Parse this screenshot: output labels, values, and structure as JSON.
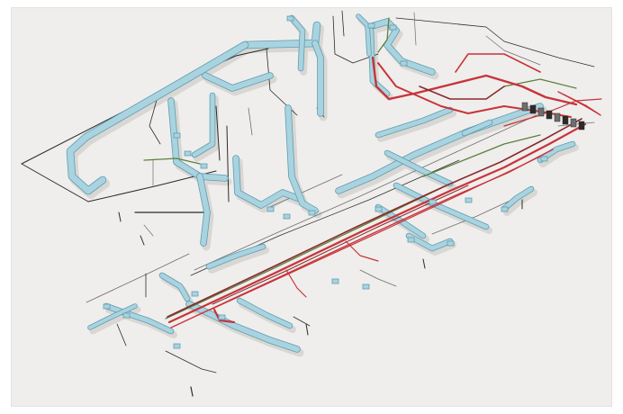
{
  "diagram": {
    "kind": "isometric-mep-piping-model",
    "labels": [],
    "colors": {
      "background": "#efeeec",
      "duct_fill": "#a9d3df",
      "duct_edge": "#5f9db2",
      "supply_pipe": "#c7343a",
      "return_pipe": "#8a2a2e",
      "green_pipe": "#5c7f3e",
      "dark_line": "#2b2b2b",
      "grey_line": "#6e6e6e",
      "shadow": "#d9d7d3"
    },
    "systems": [
      {
        "name": "ductwork",
        "color_key": "duct_fill"
      },
      {
        "name": "supply-pipes",
        "color_key": "supply_pipe"
      },
      {
        "name": "return-pipes",
        "color_key": "return_pipe"
      },
      {
        "name": "green-pipes",
        "color_key": "green_pipe"
      },
      {
        "name": "hangers-and-lines",
        "color_key": "dark_line"
      }
    ]
  }
}
